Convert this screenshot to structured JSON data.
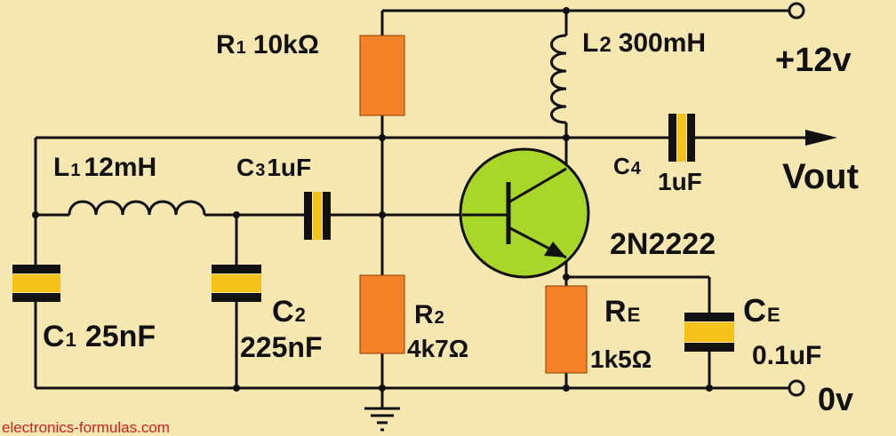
{
  "diagram": {
    "type": "circuit-schematic",
    "colors": {
      "background": "#f6e7b1",
      "wire": "#111111",
      "resistor": "#f58228",
      "capacitor": "#f5c21b",
      "transistor": "#a8d72a",
      "watermark": "#d22020"
    },
    "components": {
      "r1": {
        "name": "R",
        "sub": "1",
        "value": "10kΩ"
      },
      "r2": {
        "name": "R",
        "sub": "2",
        "value": "4k7Ω"
      },
      "re": {
        "name": "R",
        "sub": "E",
        "value": "1k5Ω"
      },
      "l1": {
        "name": "L",
        "sub": "1",
        "value": "12mH"
      },
      "l2": {
        "name": "L",
        "sub": "2",
        "value": "300mH"
      },
      "c1": {
        "name": "C",
        "sub": "1",
        "value": "25nF"
      },
      "c2": {
        "name": "C",
        "sub": "2",
        "value": "225nF"
      },
      "c3": {
        "name": "C",
        "sub": "3",
        "value": "1uF"
      },
      "c4": {
        "name": "C",
        "sub": "4",
        "value": "1uF"
      },
      "ce": {
        "name": "C",
        "sub": "E",
        "value": "0.1uF"
      },
      "q1": {
        "value": "2N2222"
      }
    },
    "terminals": {
      "supply": "+12v",
      "ground": "0v",
      "output": "Vout"
    },
    "watermark": "electronics-formulas.com"
  }
}
